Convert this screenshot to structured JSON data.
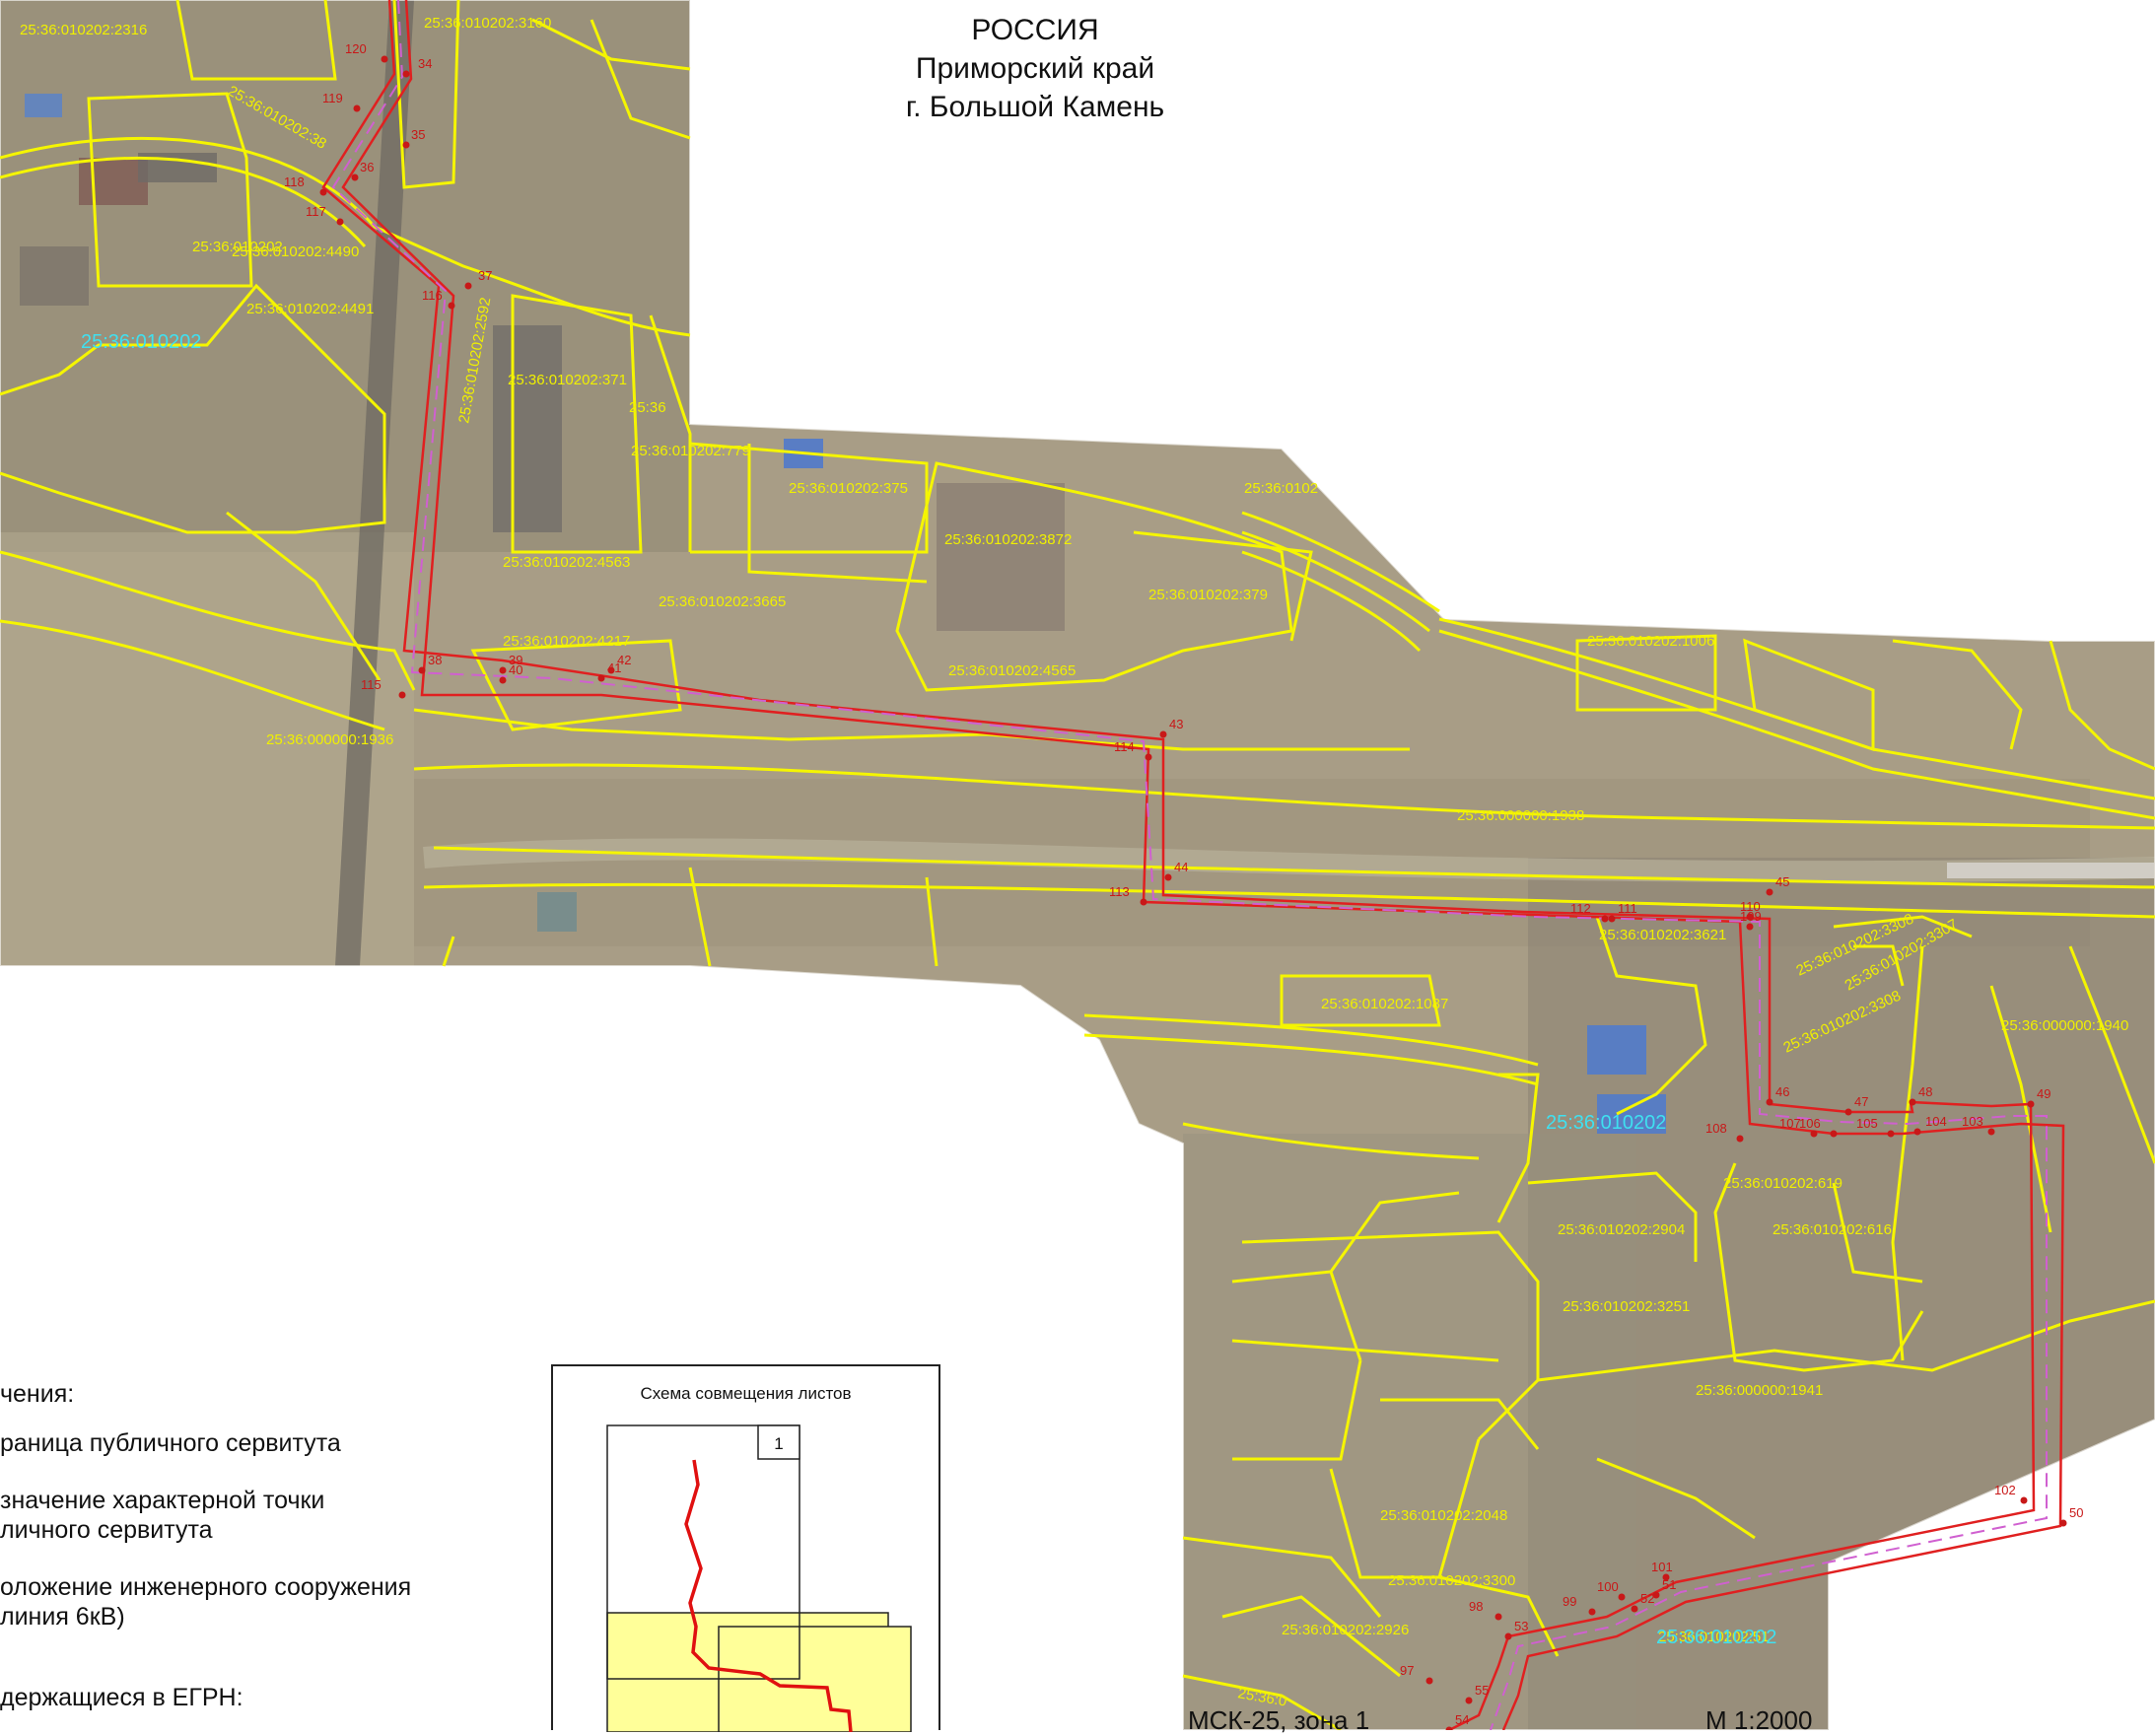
{
  "header": {
    "line1": "РОССИЯ",
    "line2": "Приморский край",
    "line3": "г. Большой Камень"
  },
  "legend": {
    "title": "чения:",
    "item1": "раница публичного сервитута",
    "item2_line1": "значение характерной точки",
    "item2_line2": "личного сервитута",
    "item3_line1": "оложение инженерного сооружения",
    "item3_line2": "линия 6кВ)",
    "egrn": "держащиеся в ЕГРН:"
  },
  "scheme": {
    "title": "Схема совмещения листов",
    "sheet_number": "1"
  },
  "footer": {
    "crs": "МСК-25, зона 1",
    "scale": "М 1:2000"
  },
  "colors": {
    "servitude": "#e02020",
    "parcel": "#f5f500",
    "parcel_label": "#f0f000",
    "quarter_label": "#3fe0f0",
    "point": "#c81818",
    "cable": "#d060d0",
    "aerial_base": "#a89d86"
  },
  "quarters": [
    "25:36:010202",
    "25:36:010202",
    "25:36:010202"
  ],
  "parcels": [
    "25:36:010202:2316",
    "25:36:010202:3160",
    "25:36:010202:38",
    "25:36:010202",
    "25:36:010202:4490",
    "25:36:010202:4491",
    "25:36:010202:2592",
    "25:36:010202:371",
    "25:36",
    "25:36:010202:779",
    "25:36:010202:375",
    "25:36:0102",
    "25:36:010202:3872",
    "25:36:010202:4563",
    "25:36:010202:3665",
    "25:36:010202:379",
    "25:36:010202:4217",
    "25:36:010202:4565",
    "25:36:010202:1006",
    "25:36:000000:1936",
    "25:36:000000:1938",
    "25:36:010202:3621",
    "25:36:010202:1087",
    "25:36:010202:3308",
    "25:36:010202:3307",
    "25:36:010202:3308",
    "25:36:000000:1940",
    "25:36:010202:619",
    "25:36:010202:2904",
    "25:36:010202:616",
    "25:36:010202:3251",
    "25:36:000000:1941",
    "25:36:010202:2048",
    "25:36:010202:3300",
    "25:36:010202:2926",
    "25:36:010202:51",
    "25:36:0"
  ],
  "points": [
    "34",
    "35",
    "36",
    "37",
    "38",
    "39",
    "40",
    "41",
    "42",
    "43",
    "44",
    "45",
    "46",
    "47",
    "48",
    "49",
    "50",
    "51",
    "52",
    "53",
    "54",
    "55",
    "97",
    "98",
    "99",
    "100",
    "101",
    "102",
    "103",
    "104",
    "105",
    "106",
    "107",
    "108",
    "109",
    "110",
    "111",
    "112",
    "113",
    "114",
    "115",
    "116",
    "117",
    "118",
    "119",
    "120"
  ]
}
